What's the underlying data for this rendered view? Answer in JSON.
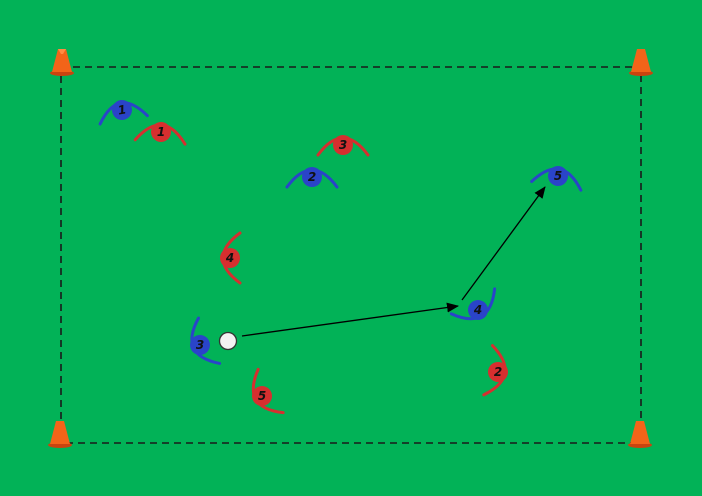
{
  "colors": {
    "field": "#02b257",
    "boundary": "#1a1a1a",
    "cone": "#f26419",
    "team_blue": "#2a44c9",
    "team_red": "#d62f2f",
    "ball": "#f2f2f2",
    "pass_arrow": "#000000"
  },
  "field": {
    "boundary_style": "dashed"
  },
  "players": {
    "blue": [
      {
        "number": "1"
      },
      {
        "number": "2"
      },
      {
        "number": "3",
        "has_ball": true
      },
      {
        "number": "4"
      },
      {
        "number": "5"
      }
    ],
    "red": [
      {
        "number": "1"
      },
      {
        "number": "3"
      },
      {
        "number": "4"
      },
      {
        "number": "5"
      },
      {
        "number": "2"
      }
    ]
  },
  "passes": [
    {
      "from": "blue 3",
      "to": "blue 4"
    },
    {
      "from": "blue 4",
      "to": "blue 5"
    }
  ]
}
